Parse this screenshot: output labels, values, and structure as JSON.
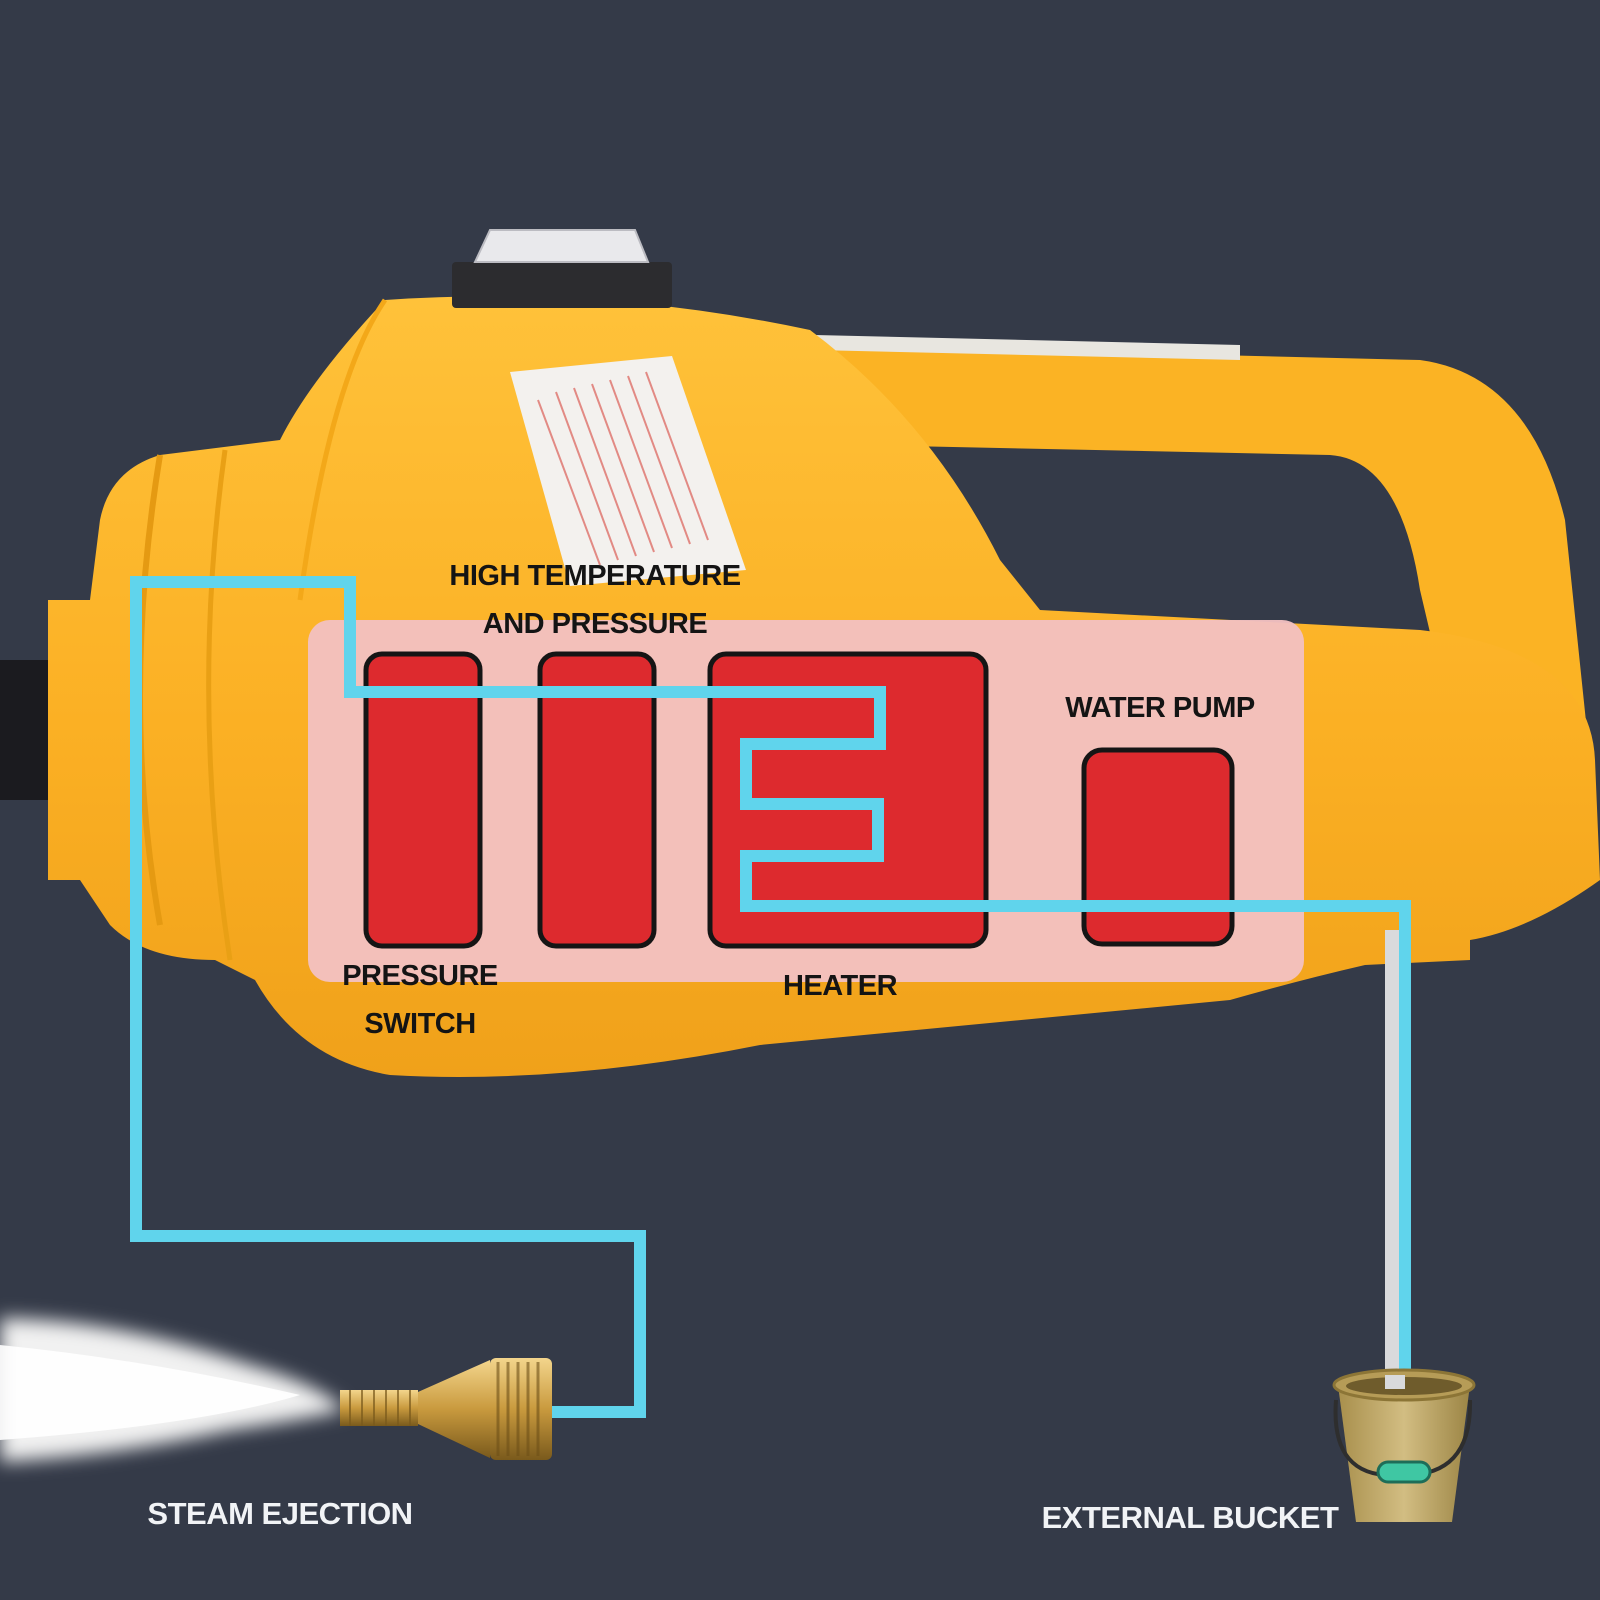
{
  "colors": {
    "background": "#343a48",
    "housing": "#fbb324",
    "panel": "#f2c1c1",
    "component": "#dd2a2e",
    "pipe": "#60d4ec",
    "inlet_pipe": "#d9dadc",
    "nozzle": "#c9a14b",
    "bucket": "#c3ab6a"
  },
  "labels": {
    "high_temp_line1": "HIGH TEMPERATURE",
    "high_temp_line2": "AND PRESSURE",
    "water_pump": "WATER PUMP",
    "pressure_switch_line1": "PRESSURE",
    "pressure_switch_line2": "SWITCH",
    "heater": "HEATER",
    "steam_ejection": "STEAM EJECTION",
    "external_bucket": "EXTERNAL BUCKET"
  },
  "icons": {
    "device": "steam-cleaner-icon",
    "nozzle": "brass-nozzle-icon",
    "bucket": "bucket-icon",
    "steam": "steam-cloud-icon"
  }
}
